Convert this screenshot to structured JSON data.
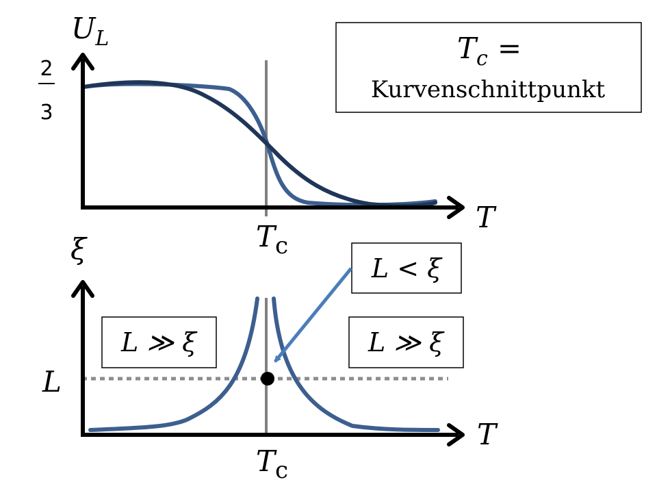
{
  "top_panel": {
    "y_axis_label_main": "U",
    "y_axis_label_sub": "L",
    "y_tick_numerator": "2",
    "y_tick_denominator": "3",
    "x_axis_label": "T",
    "tc_label_main": "T",
    "tc_label_sub": "c",
    "box_line1_main": "T",
    "box_line1_sub": "c",
    "box_line1_eq": "=",
    "box_line2": "Kurvenschnittpunkt"
  },
  "bottom_panel": {
    "y_axis_label": "ξ",
    "L_label": "L",
    "x_axis_label": "T",
    "tc_label_main": "T",
    "tc_label_sub": "c",
    "box_left": "L ≫ ξ",
    "box_right": "L ≫ ξ",
    "box_top": "L < ξ"
  },
  "colors": {
    "curve_light": "#3d5f8f",
    "curve_dark": "#1f3658",
    "vertical_line": "#808080",
    "dotted_line": "#8c8c8c",
    "arrow": "#4a7ebb",
    "axes": "#000000"
  }
}
